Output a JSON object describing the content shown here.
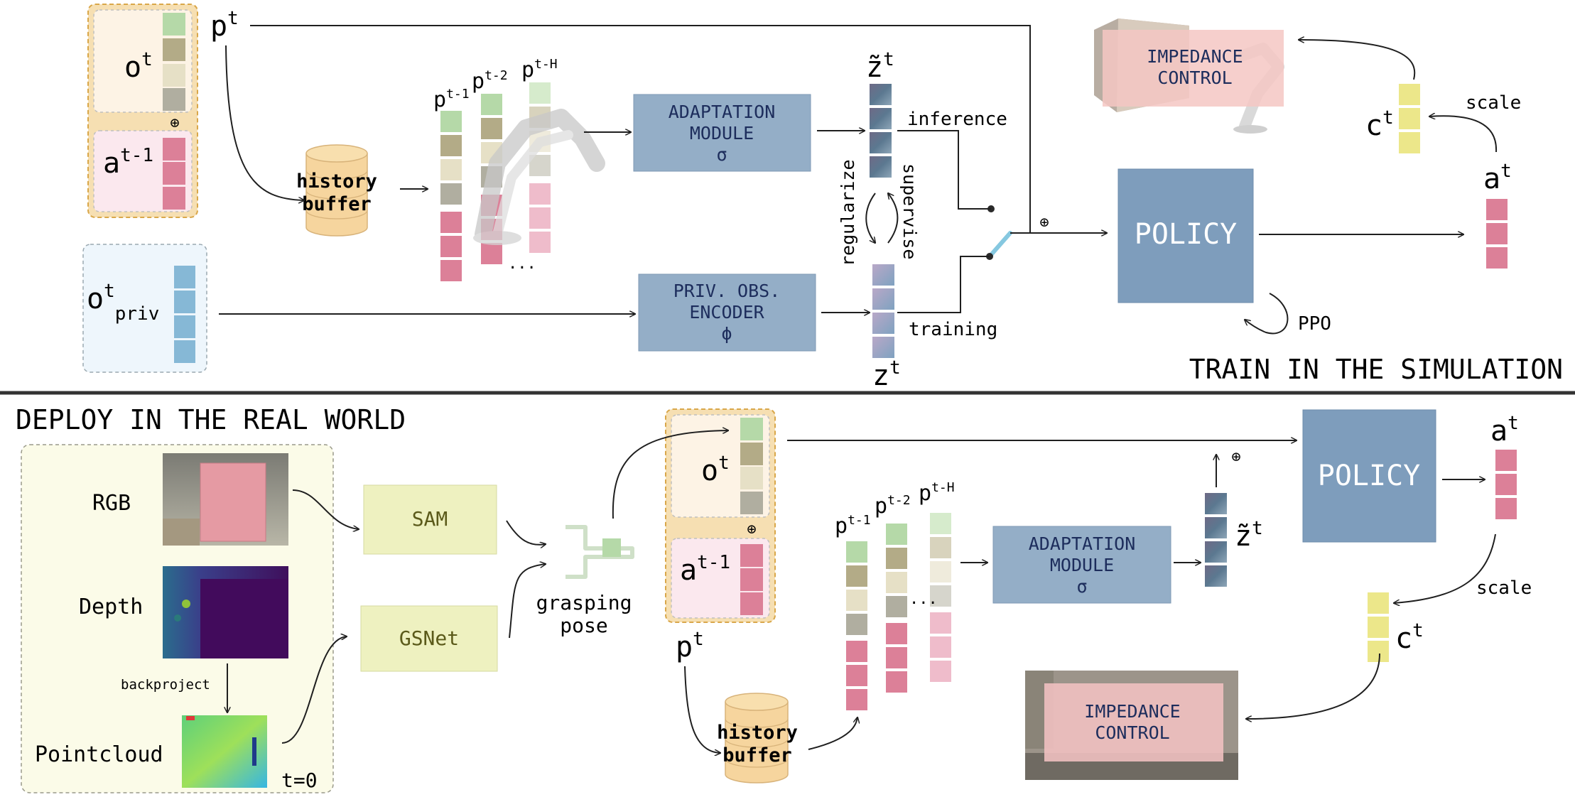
{
  "colors": {
    "green": "#b5d9a8",
    "olive": "#b3ab87",
    "beige": "#e6e0c6",
    "gray": "#b0aea0",
    "pink": "#dc8098",
    "blue": "#86b8d6",
    "yellow": "#ece78a",
    "module_blue": "#94aec7",
    "policy_blue": "#7e9dbc",
    "box_orange_bg": "#fcebd5",
    "box_orange_border": "#d9a74a",
    "box_pink_bg": "#fbe8ee",
    "box_blue_bg": "#eef6fc",
    "real_world_bg": "#fbfbe8",
    "seg_box": "#eef1c0",
    "cylinder": "#f6d59e",
    "latent_blue": "#5b7890",
    "latent_purple": "#a493b4",
    "impedance_pink": "#f2c2c2"
  },
  "sim": {
    "section_title": "TRAIN IN THE SIMULATION",
    "obs_label": "o",
    "obs_sup": "t",
    "prev_action_label": "a",
    "prev_action_sup": "t-1",
    "proprio_label": "p",
    "proprio_sup": "t",
    "priv_obs_label": "o",
    "priv_obs_sup": "t",
    "priv_obs_sub": "priv",
    "concat_symbol": "⊕",
    "history_buffer": [
      "history",
      "buffer"
    ],
    "history_col1_label": "p",
    "history_col1_sup": "t-1",
    "history_col2_label": "p",
    "history_col2_sup": "t-2",
    "history_col3_label": "p",
    "history_col3_sup": "t-H",
    "ellipsis": "...",
    "adaptation_module": [
      "ADAPTATION",
      "MODULE",
      "σ"
    ],
    "priv_encoder": [
      "PRIV. OBS.",
      "ENCODER",
      "ϕ"
    ],
    "z_tilde_label": "z̃",
    "z_tilde_sup": "t",
    "z_label": "z",
    "z_sup": "t",
    "regularize": "regularize",
    "supervise": "supervise",
    "inference": "inference",
    "training": "training",
    "policy": "POLICY",
    "ppo": "PPO",
    "action_label": "a",
    "action_sup": "t",
    "scale": "scale",
    "c_label": "c",
    "c_sup": "t",
    "impedance": [
      "IMPEDANCE",
      "CONTROL"
    ]
  },
  "real": {
    "section_title": "DEPLOY IN THE REAL WORLD",
    "rgb": "RGB",
    "depth": "Depth",
    "backproject": "backproject",
    "pointcloud": "Pointcloud",
    "t0": "t=0",
    "sam": "SAM",
    "gsnet": "GSNet",
    "grasping_pose": [
      "grasping",
      "pose"
    ],
    "obs_label": "o",
    "obs_sup": "t",
    "prev_action_label": "a",
    "prev_action_sup": "t-1",
    "concat_symbol": "⊕",
    "proprio_label": "p",
    "proprio_sup": "t",
    "history_buffer": [
      "history",
      "buffer"
    ],
    "history_col1_label": "p",
    "history_col1_sup": "t-1",
    "history_col2_label": "p",
    "history_col2_sup": "t-2",
    "history_col3_label": "p",
    "history_col3_sup": "t-H",
    "ellipsis": "...",
    "adaptation_module": [
      "ADAPTATION",
      "MODULE",
      "σ"
    ],
    "z_tilde_label": "z̃",
    "z_tilde_sup": "t",
    "policy": "POLICY",
    "action_label": "a",
    "action_sup": "t",
    "scale": "scale",
    "c_label": "c",
    "c_sup": "t",
    "impedance": [
      "IMPEDANCE",
      "CONTROL"
    ]
  }
}
